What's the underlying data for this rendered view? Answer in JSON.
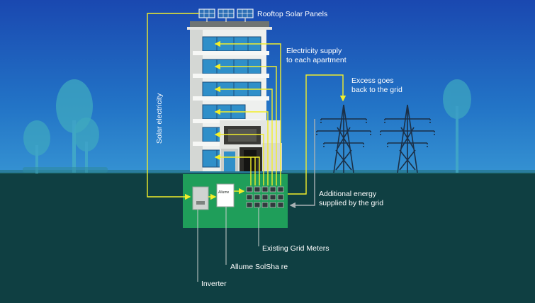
{
  "labels": {
    "rooftop_solar_panels": "Rooftop Solar Panels",
    "electricity_supply_1": "Electricity supply",
    "electricity_supply_2": "to each apartment",
    "excess_1": "Excess goes",
    "excess_2": "back to the grid",
    "solar_electricity": "Solar electricity",
    "additional_1": "Additional energy",
    "additional_2": "supplied by the grid",
    "existing_meters": "Existing Grid Meters",
    "allume_solshare": "Allume SolSha re",
    "inverter": "Inverter",
    "device_logo": "Allume"
  },
  "colors": {
    "sky_top": "#1b4fb4",
    "sky_bottom": "#2f8fd0",
    "ground": "#0f3f42",
    "box": "#1f9e5a",
    "wire": "#f2ee2a",
    "grid_wire": "#9aa3a6",
    "text": "#ffffff"
  }
}
